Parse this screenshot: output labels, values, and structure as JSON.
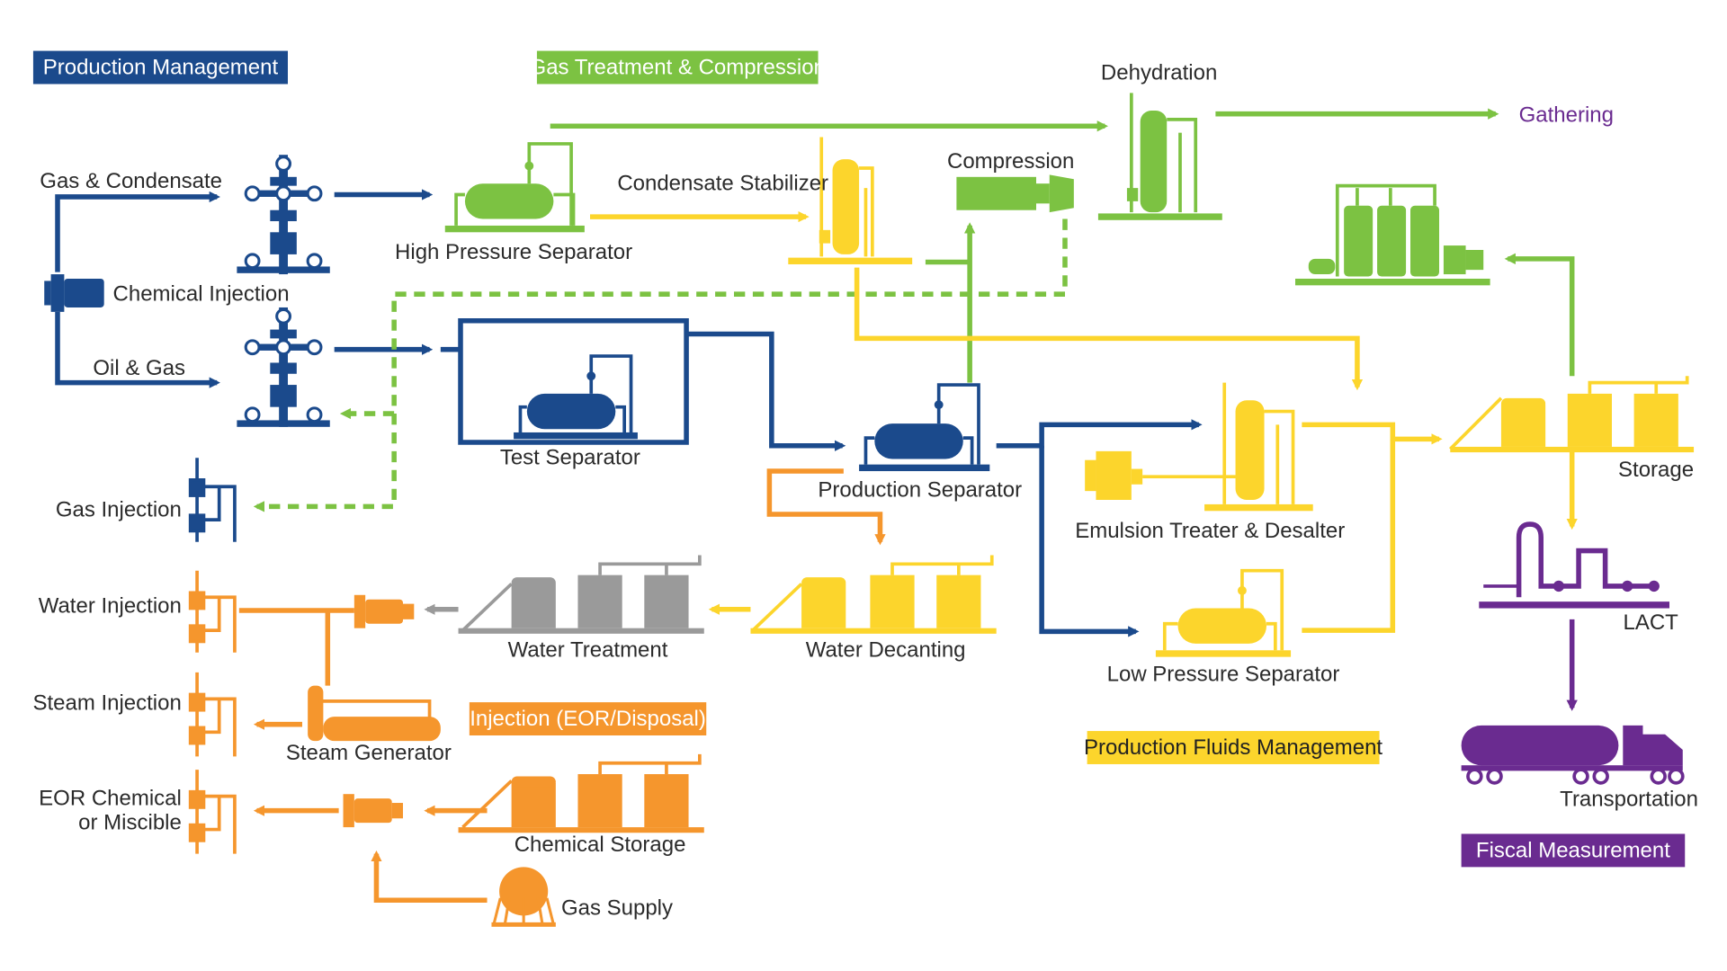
{
  "colors": {
    "blue": "#1b4a8c",
    "green": "#7cc242",
    "yellow": "#fcd52c",
    "orange": "#f5962d",
    "purple": "#6a2b90",
    "gray": "#9a9a9a"
  },
  "legends": {
    "production_management": "Production Management",
    "gas_treatment": "Gas Treatment & Compression",
    "injection": "Injection (EOR/Disposal)",
    "production_fluids": "Production Fluids Management",
    "fiscal_measurement": "Fiscal Measurement"
  },
  "labels": {
    "gas_condensate": "Gas & Condensate",
    "chemical_injection": "Chemical Injection",
    "oil_gas": "Oil & Gas",
    "gas_injection": "Gas Injection",
    "water_injection": "Water Injection",
    "steam_injection": "Steam Injection",
    "eor_chemical_1": "EOR Chemical",
    "eor_chemical_2": "or Miscible",
    "high_pressure_separator": "High Pressure Separator",
    "condensate_stabilizer": "Condensate Stabilizer",
    "compression": "Compression",
    "dehydration": "Dehydration",
    "gathering": "Gathering",
    "test_separator": "Test Separator",
    "production_separator": "Production Separator",
    "emulsion_treater": "Emulsion Treater & Desalter",
    "low_pressure_separator": "Low Pressure Separator",
    "storage": "Storage",
    "lact": "LACT",
    "transportation": "Transportation",
    "water_treatment": "Water Treatment",
    "water_decanting": "Water Decanting",
    "steam_generator": "Steam Generator",
    "chemical_storage": "Chemical Storage",
    "gas_supply": "Gas Supply"
  }
}
